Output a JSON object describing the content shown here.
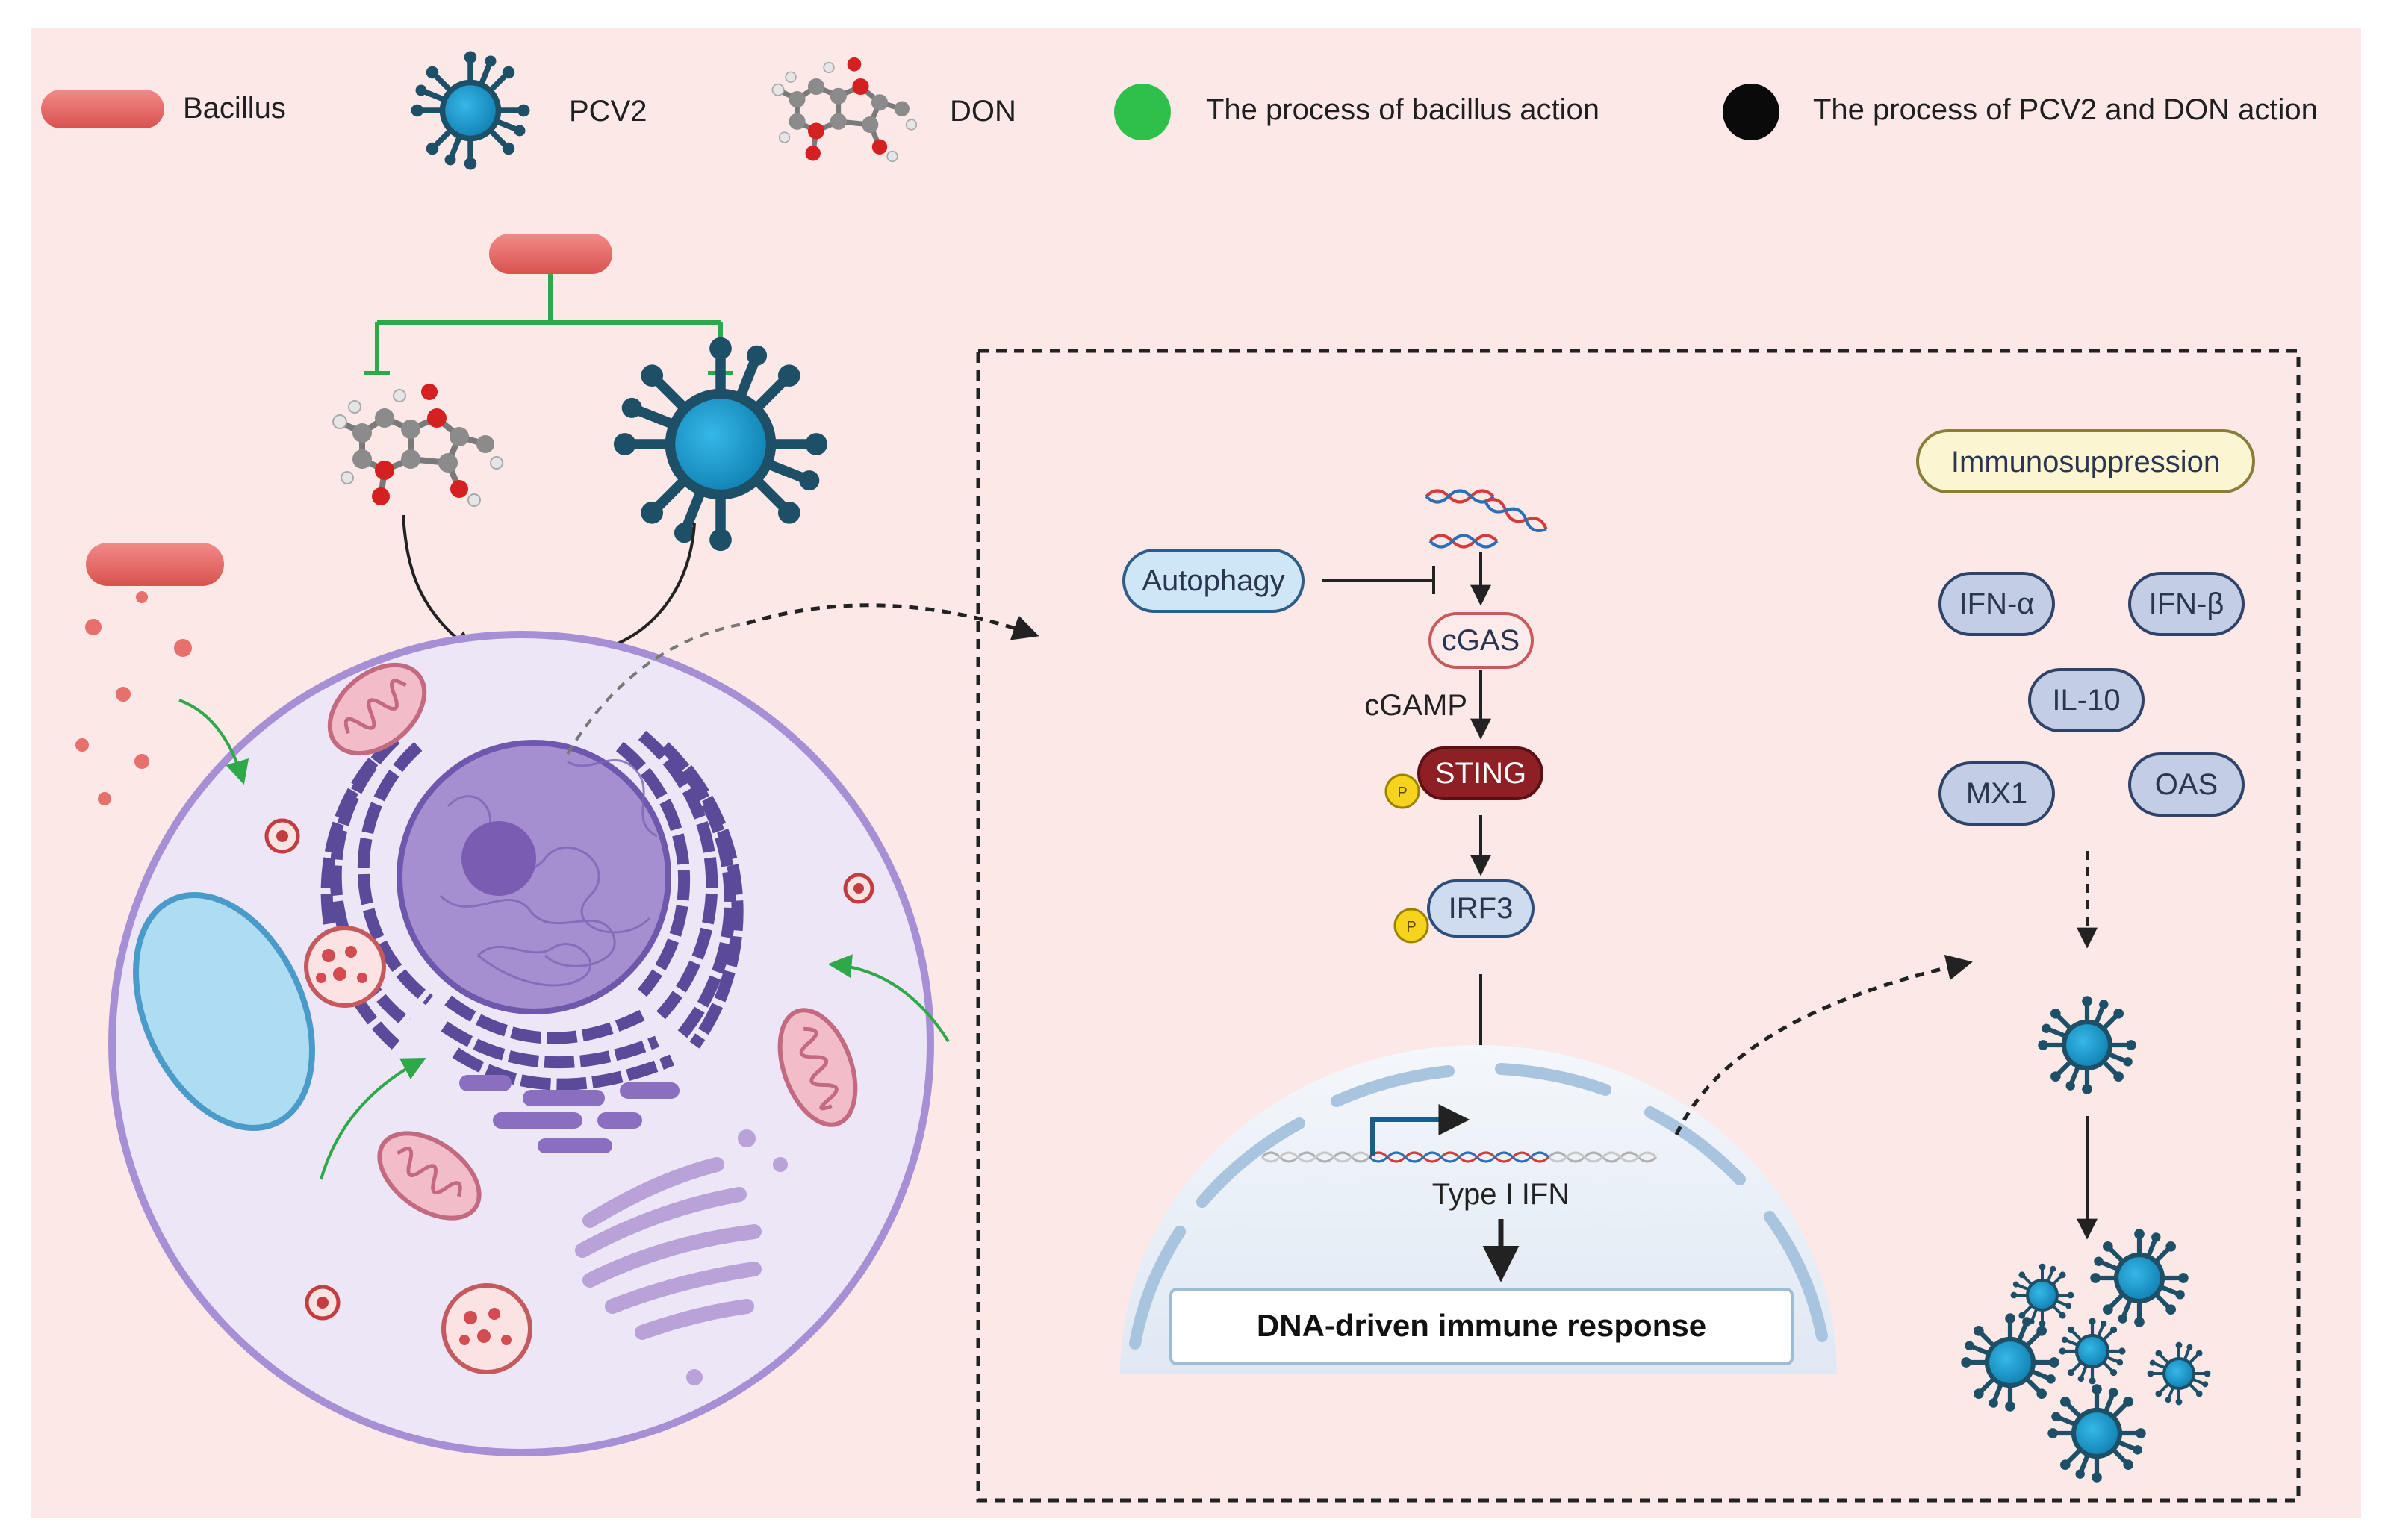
{
  "legend": {
    "bacillus": "Bacillus",
    "pcv2": "PCV2",
    "don": "DON",
    "bacillus_process": "The process of bacillus action",
    "pcv2_don_process": "The process of PCV2 and DON action"
  },
  "pathway": {
    "autophagy": "Autophagy",
    "cgas": "cGAS",
    "cgamp": "cGAMP",
    "sting": "STING",
    "irf3": "IRF3",
    "phospho": "P",
    "type_ifn": "Type I IFN",
    "response": "DNA-driven immune response"
  },
  "outcome": {
    "immunosuppression": "Immunosuppression",
    "cytokines": [
      "IFN-α",
      "IFN-β",
      "IL-10",
      "MX1",
      "OAS"
    ]
  },
  "colors": {
    "background": "#fde8e8",
    "bacillus": "#e8605e",
    "virus": "#1b8fc1",
    "virus_spikes": "#1d4f67",
    "green_arrow": "#2fa84a",
    "cell": "#ece6f7",
    "nucleus": "#a58fd0",
    "sting": "#8e1f24"
  },
  "icons": {
    "bacillus": "bacillus-capsule-icon",
    "pcv2": "virus-icon",
    "don": "molecule-icon"
  }
}
